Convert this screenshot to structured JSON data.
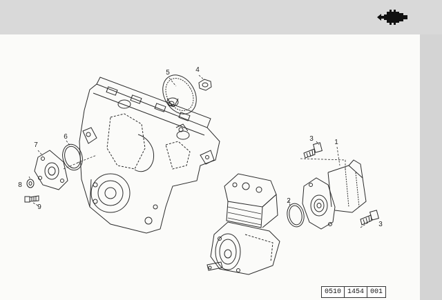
{
  "callouts": {
    "c5": "5",
    "c4": "4",
    "c6": "6",
    "c7": "7",
    "c8": "8",
    "c9": "9",
    "c3a": "3",
    "c1": "1",
    "c2": "2",
    "c3b": "3"
  },
  "doc_number": {
    "part1": "0510",
    "part2": "1454",
    "part3": "001"
  },
  "section_icon": "engine-section-icon"
}
